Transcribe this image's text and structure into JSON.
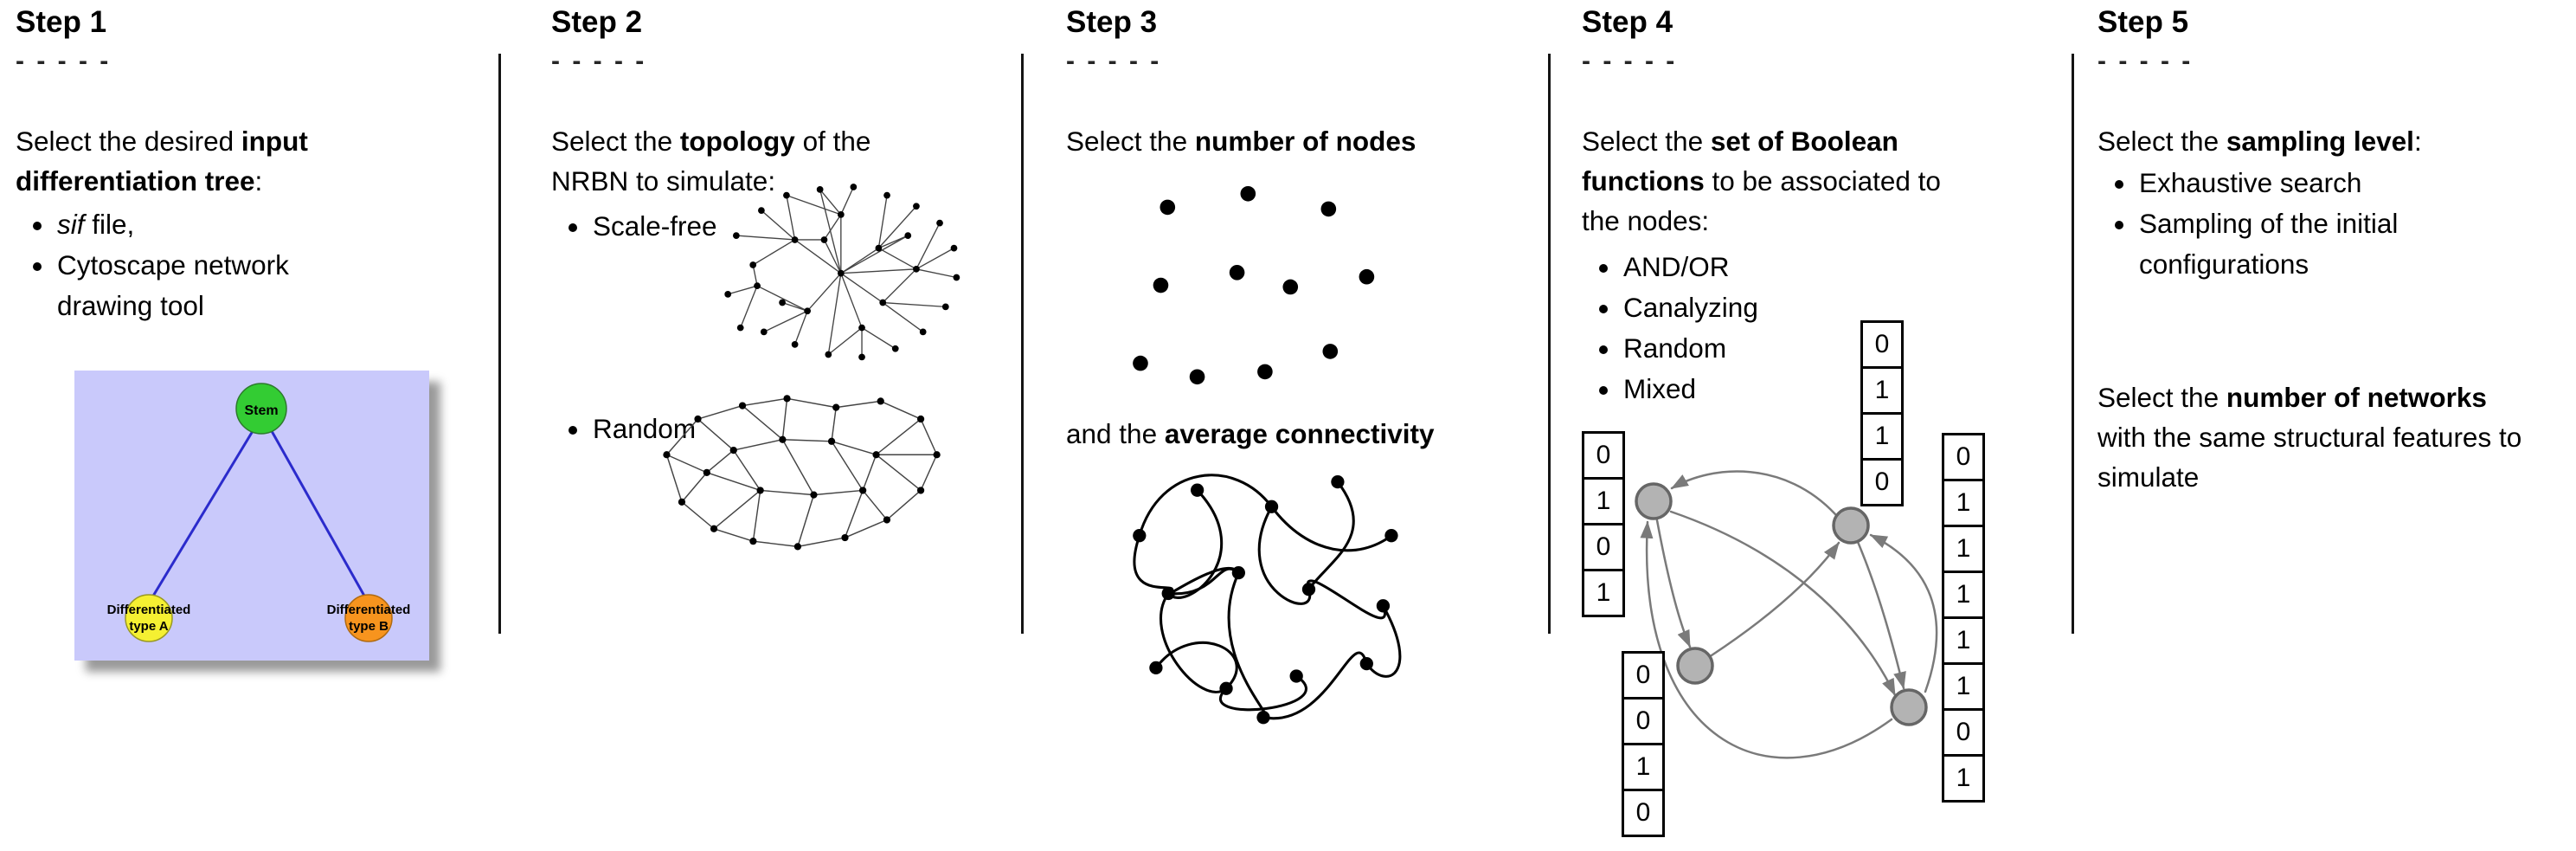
{
  "steps": [
    {
      "title": "Step 1",
      "dashes": "- - - - -",
      "intro": {
        "pre": "Select the desired ",
        "bold": "input differentiation tree",
        "post": ":"
      },
      "bullets": [
        {
          "i": "sif",
          "t": " file,"
        },
        {
          "t": "Cytoscape network drawing tool"
        }
      ],
      "tree": {
        "root_label": "Stem",
        "left_label": [
          "Differentiated",
          "type A"
        ],
        "right_label": [
          "Differentiated",
          "type B"
        ],
        "colors": {
          "background": "#c9c9fb",
          "root": "#33cc33",
          "left": "#f5f032",
          "right": "#f7941e",
          "edge": "#2b2bcc"
        }
      }
    },
    {
      "title": "Step 2",
      "dashes": "- - - - -",
      "intro": {
        "pre": "Select the ",
        "bold": "topology",
        "post": " of the NRBN to simulate:"
      },
      "bullets": [
        {
          "t": "Scale-free"
        },
        {
          "t": "Random"
        }
      ]
    },
    {
      "title": "Step 3",
      "dashes": "- - - - -",
      "line1": {
        "pre": "Select the ",
        "bold": "number of nodes",
        "post": ""
      },
      "line2": {
        "pre": "and the ",
        "bold": "average connectivity",
        "post": ""
      }
    },
    {
      "title": "Step 4",
      "dashes": "- - - - -",
      "intro": {
        "pre": "Select the ",
        "bold": "set of Boolean functions",
        "post": " to be associated to the nodes:"
      },
      "bullets": [
        {
          "t": "AND/OR"
        },
        {
          "t": "Canalyzing"
        },
        {
          "t": "Random"
        },
        {
          "t": "Mixed"
        }
      ],
      "tables": {
        "left": [
          "0",
          "1",
          "0",
          "1"
        ],
        "top": [
          "0",
          "1",
          "1",
          "0"
        ],
        "right": [
          "0",
          "1",
          "1",
          "1",
          "1",
          "1",
          "0",
          "1"
        ],
        "bottom": [
          "0",
          "0",
          "1",
          "0"
        ]
      },
      "graph_colors": {
        "node": "#b3b3b3",
        "node_border": "#666666",
        "edge": "#7a7a7a"
      }
    },
    {
      "title": "Step 5",
      "dashes": "- - - - -",
      "line1": {
        "pre": "Select the ",
        "bold": "sampling level",
        "post": ":"
      },
      "bullets": [
        {
          "t": "Exhaustive search"
        },
        {
          "t": "Sampling of the initial configurations"
        }
      ],
      "line2": {
        "pre": "Select the ",
        "bold": "number of networks",
        "post": " with the same structural features to simulate"
      }
    }
  ]
}
